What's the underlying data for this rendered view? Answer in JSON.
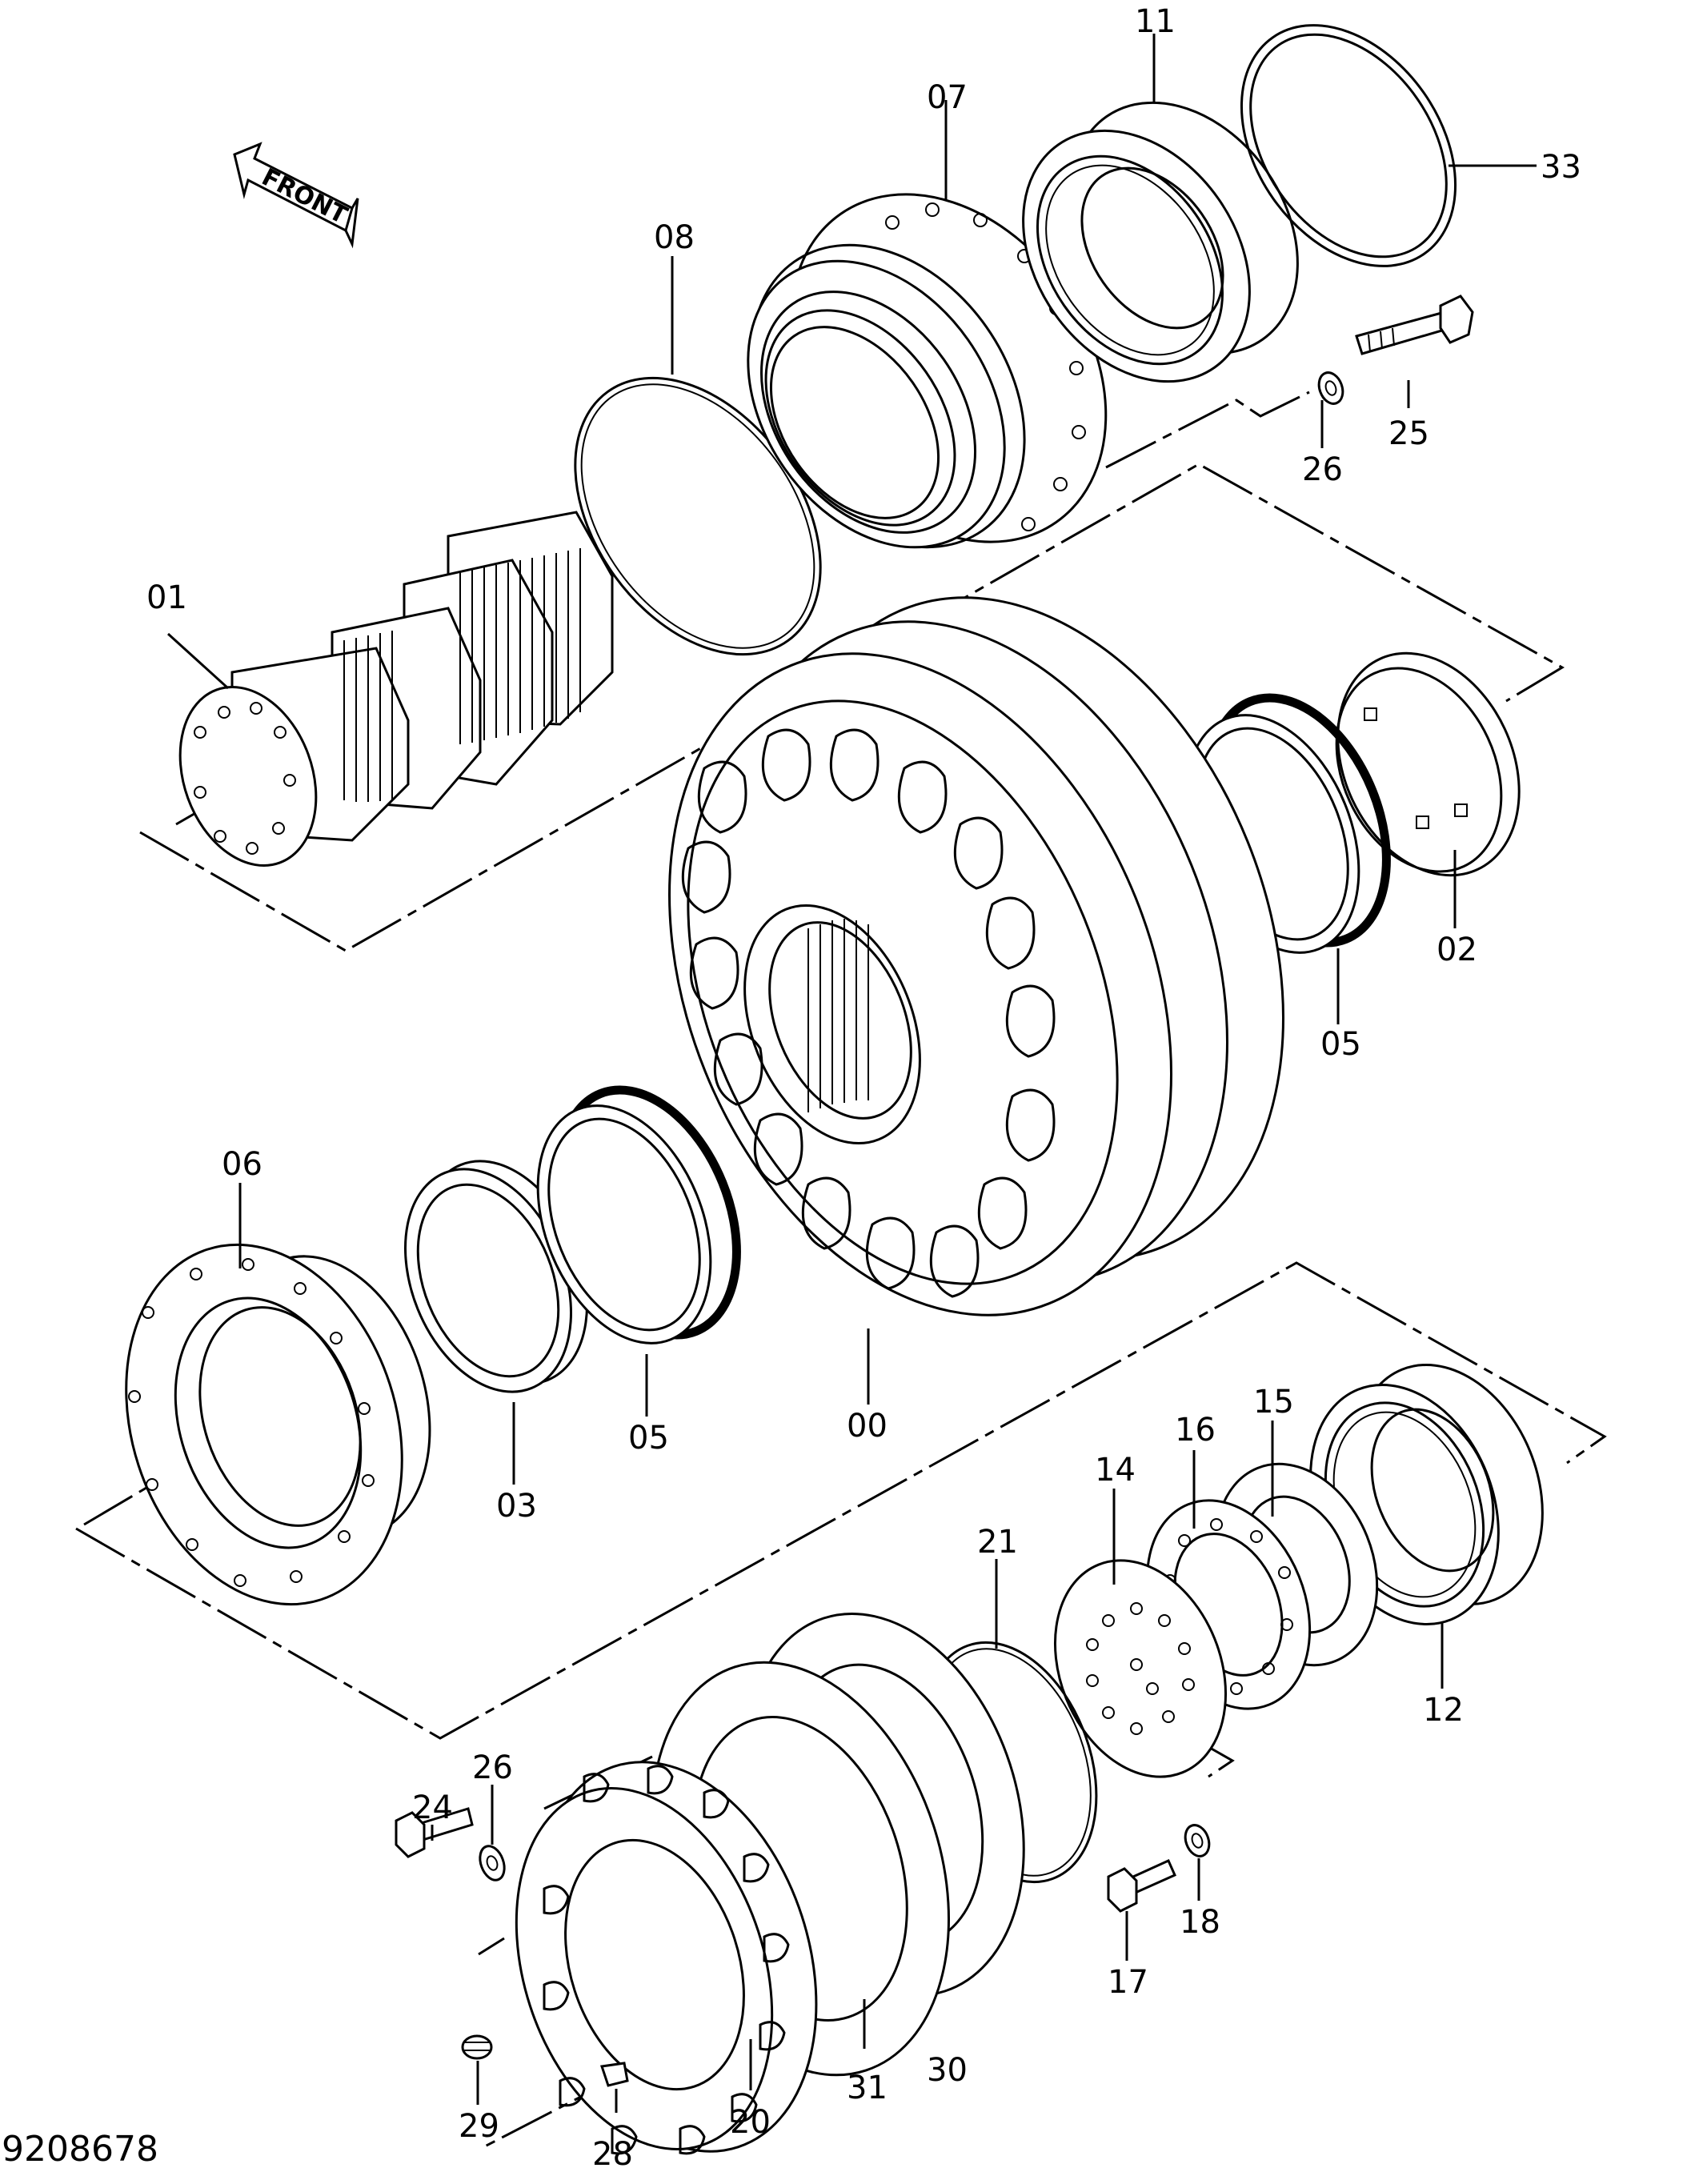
{
  "diagram": {
    "drawing_number": "9208678",
    "front_label": "FRONT",
    "part_labels": {
      "p00": "00",
      "p01": "01",
      "p02": "02",
      "p03": "03",
      "p05a": "05",
      "p05b": "05",
      "p06": "06",
      "p07": "07",
      "p08": "08",
      "p11": "11",
      "p12": "12",
      "p14": "14",
      "p15": "15",
      "p16": "16",
      "p17": "17",
      "p18": "18",
      "p20": "20",
      "p21": "21",
      "p24": "24",
      "p25": "25",
      "p26a": "26",
      "p26b": "26",
      "p28": "28",
      "p29": "29",
      "p30": "30",
      "p31": "31",
      "p33": "33"
    }
  }
}
